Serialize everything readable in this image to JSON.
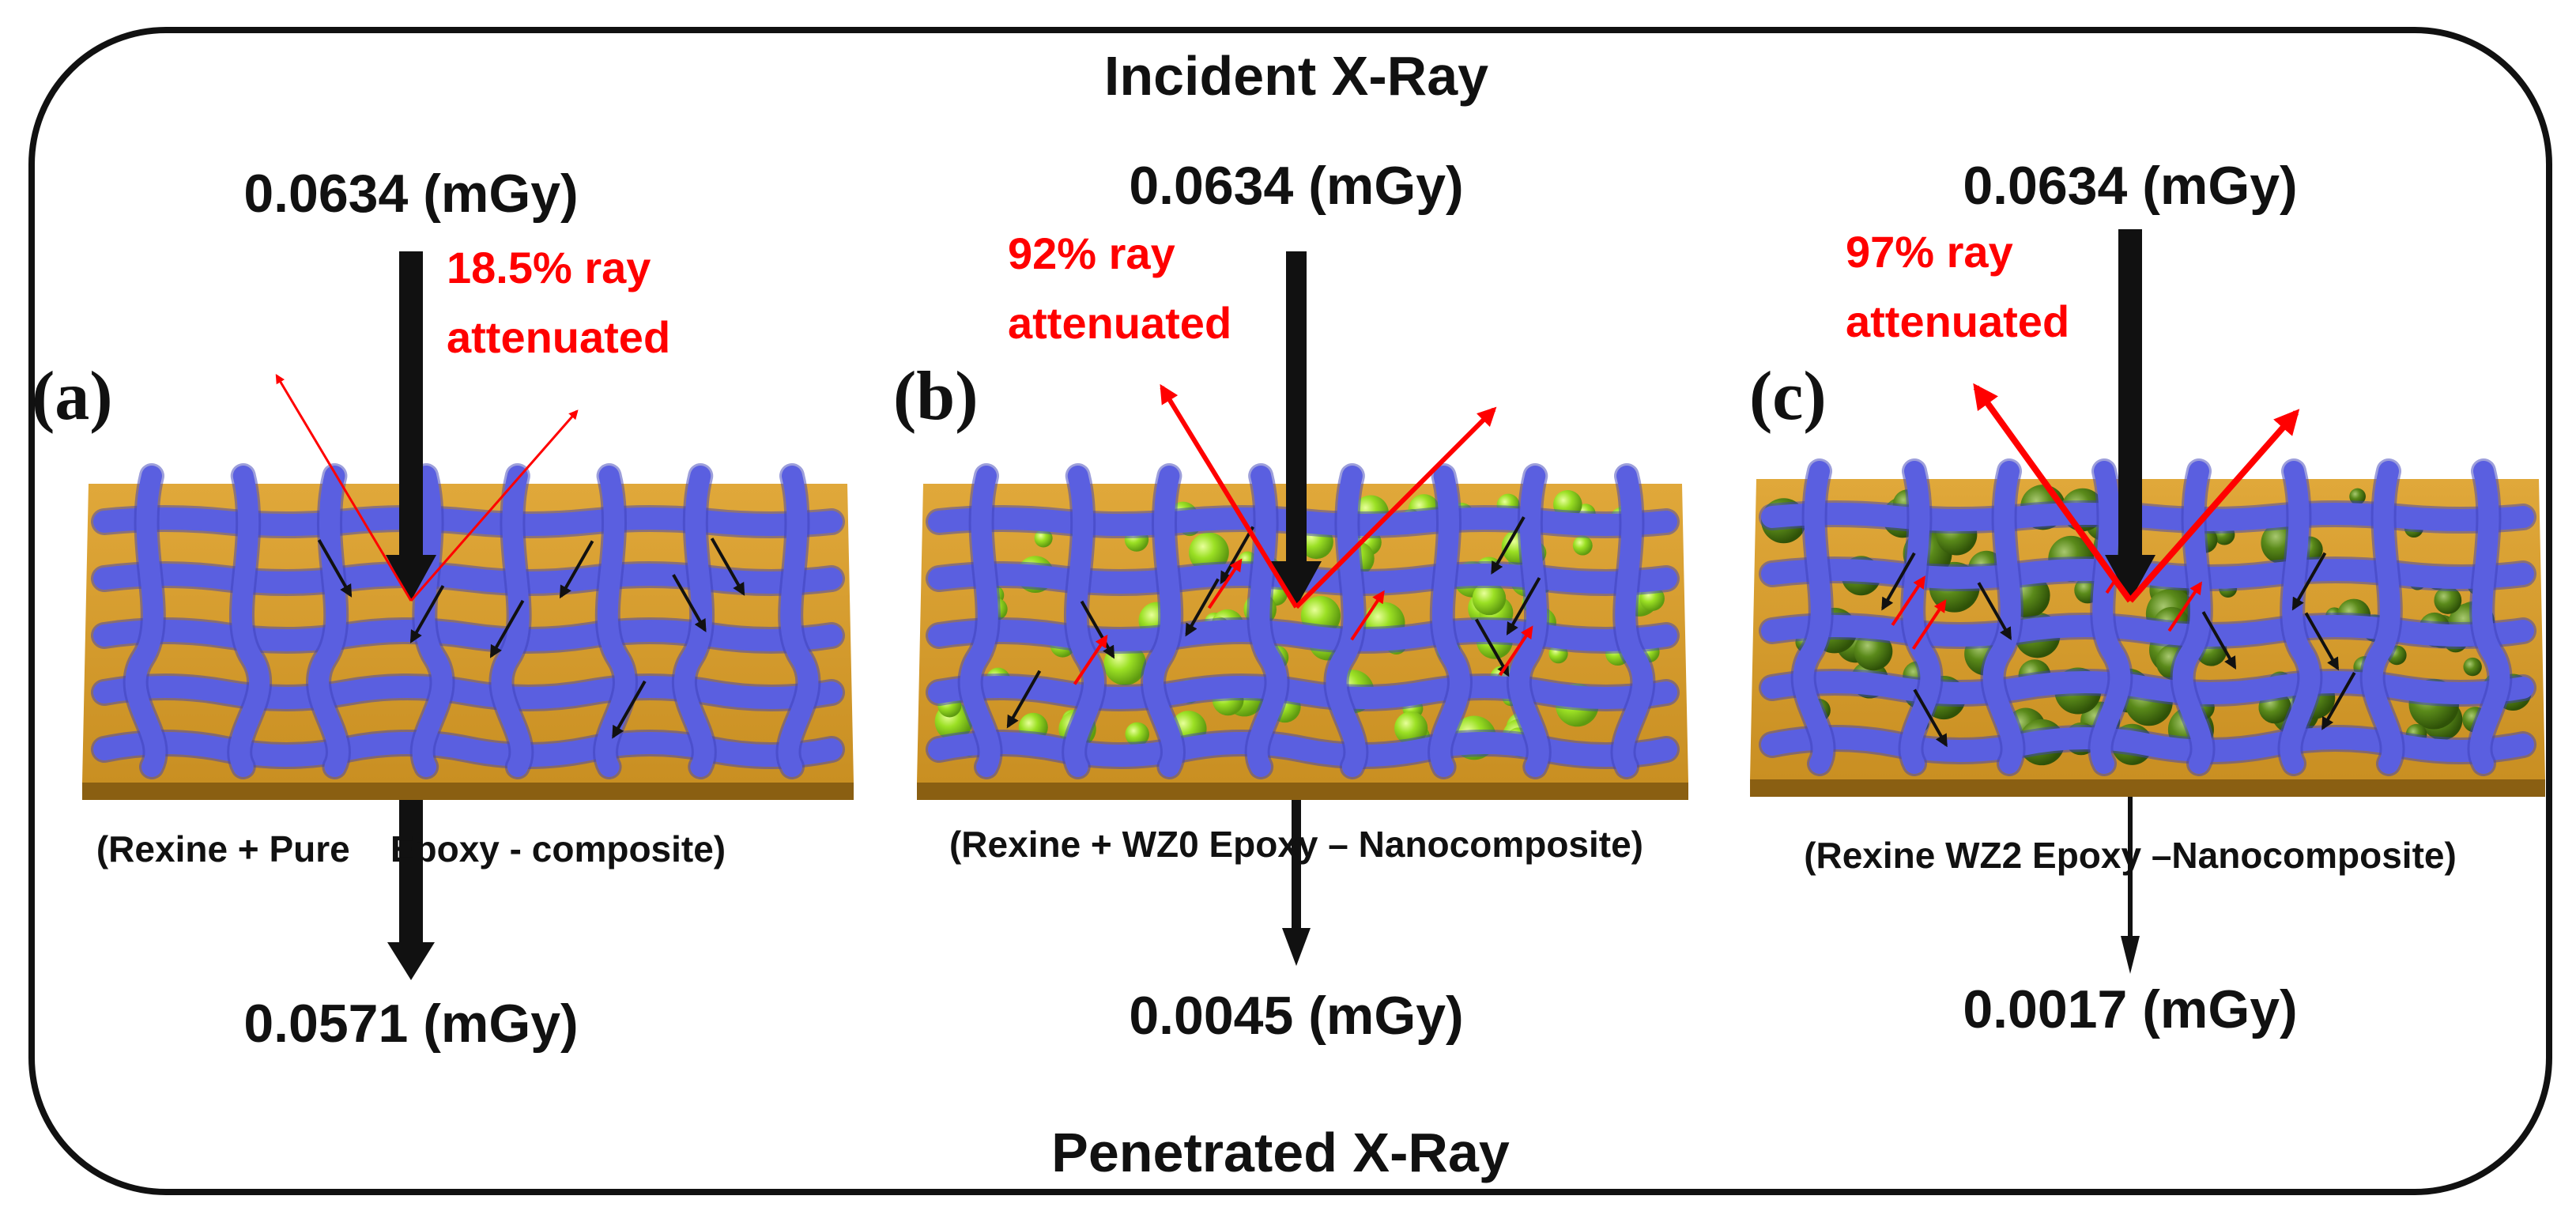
{
  "header": {
    "title": "Incident X-Ray"
  },
  "footer": {
    "title": "Penetrated X-Ray"
  },
  "colors": {
    "plate": "#d49a2a",
    "plate_edge": "#8a5f12",
    "fiber": "#5a5fe0",
    "fiber_dark": "#3c40b8",
    "particle_bright": "#9be024",
    "particle_dark": "#5a8a1a",
    "attenuation_text": "#ff0000",
    "frame": "#111111"
  },
  "panels": [
    {
      "label": "(a)",
      "incident_dose": "0.0634 (mGy)",
      "attenuation_line1": "18.5% ray",
      "attenuation_line2": "attenuated",
      "material": "(Rexine + Pure    Epoxy - composite)",
      "penetrated_dose": "0.0571 (mGy)",
      "particles": "none"
    },
    {
      "label": "(b)",
      "incident_dose": "0.0634 (mGy)",
      "attenuation_line1": "92% ray",
      "attenuation_line2": "attenuated",
      "material": "(Rexine + WZ0 Epoxy – Nanocomposite)",
      "penetrated_dose": "0.0045 (mGy)",
      "particles": "bright-green"
    },
    {
      "label": "(c)",
      "incident_dose": "0.0634 (mGy)",
      "attenuation_line1": "97% ray",
      "attenuation_line2": "attenuated",
      "material": "(Rexine WZ2 Epoxy –Nanocomposite)",
      "penetrated_dose": "0.0017 (mGy)",
      "particles": "dark-green"
    }
  ]
}
